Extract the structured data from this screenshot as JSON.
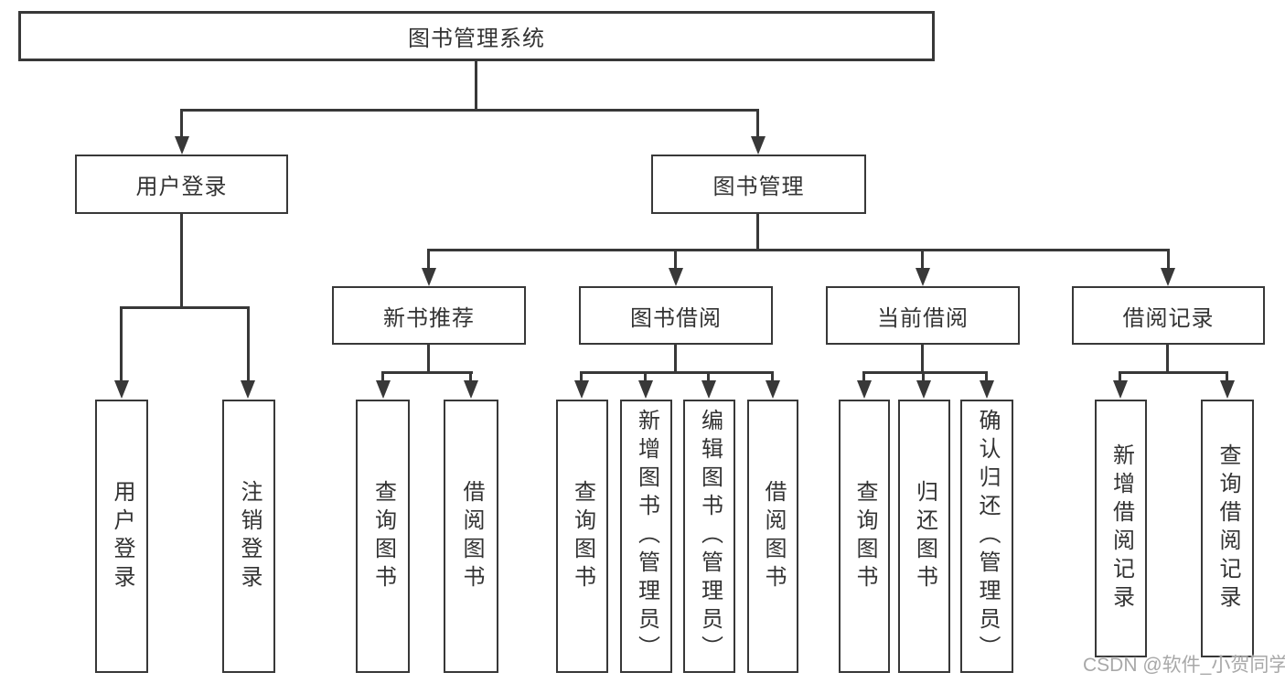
{
  "title": "图书管理系统",
  "nodes": {
    "root": {
      "label": "图书管理系统"
    },
    "user_login": {
      "label": "用户登录"
    },
    "book_mgmt": {
      "label": "图书管理"
    },
    "new_books": {
      "label": "新书推荐"
    },
    "book_borrow": {
      "label": "图书借阅"
    },
    "current_borrow": {
      "label": "当前借阅"
    },
    "borrow_records": {
      "label": "借阅记录"
    },
    "leaves": {
      "user_login": [
        "用户登录",
        "注销登录"
      ],
      "new_books": [
        "查询图书",
        "借阅图书"
      ],
      "book_borrow": [
        "查询图书",
        "新增图书（管理员）",
        "编辑图书（管理员）",
        "借阅图书"
      ],
      "current_borrow": [
        "查询图书",
        "归还图书",
        "确认归还（管理员）"
      ],
      "borrow_records": [
        "新增借阅记录",
        "查询借阅记录"
      ]
    }
  },
  "watermark": "CSDN @软件_小贺同学",
  "colors": {
    "line": "#383838",
    "text": "#333333",
    "watermark": "#a8a8a8",
    "background": "#ffffff"
  }
}
